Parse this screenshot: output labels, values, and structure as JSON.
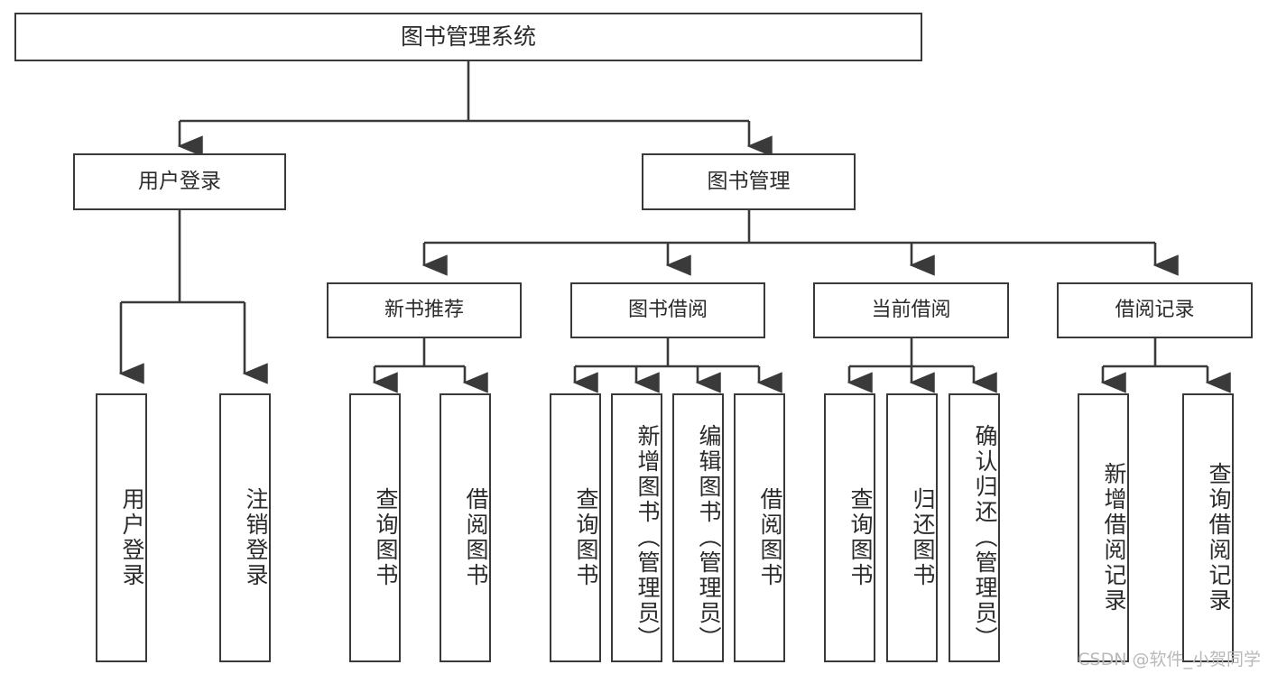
{
  "diagram": {
    "title": "图书管理系统",
    "type": "功能结构图",
    "root": {
      "label": "图书管理系统",
      "children": [
        {
          "label": "用户登录",
          "children": [
            {
              "label": "用户登录"
            },
            {
              "label": "注销登录"
            }
          ]
        },
        {
          "label": "图书管理",
          "children": [
            {
              "label": "新书推荐",
              "children": [
                {
                  "label": "查询图书"
                },
                {
                  "label": "借阅图书"
                }
              ]
            },
            {
              "label": "图书借阅",
              "children": [
                {
                  "label": "查询图书"
                },
                {
                  "label": "新增图书（管理员）"
                },
                {
                  "label": "编辑图书（管理员）"
                },
                {
                  "label": "借阅图书"
                }
              ]
            },
            {
              "label": "当前借阅",
              "children": [
                {
                  "label": "查询图书"
                },
                {
                  "label": "归还图书"
                },
                {
                  "label": "确认归还（管理员）"
                }
              ]
            },
            {
              "label": "借阅记录",
              "children": [
                {
                  "label": "新增借阅记录"
                },
                {
                  "label": "查询借阅记录"
                }
              ]
            }
          ]
        }
      ]
    }
  },
  "nodes": {
    "root": "图书管理系统",
    "user_login": "用户登录",
    "book_manage": "图书管理",
    "new_book_rec": "新书推荐",
    "book_borrow": "图书借阅",
    "current_borrow": "当前借阅",
    "borrow_record": "借阅记录",
    "leaf_user_login": "用户登录",
    "leaf_logout": "注销登录",
    "leaf_query_book_1": "查询图书",
    "leaf_borrow_book_1": "借阅图书",
    "leaf_query_book_2": "查询图书",
    "leaf_add_book_admin": "新增图书（管理员）",
    "leaf_edit_book_admin": "编辑图书（管理员）",
    "leaf_borrow_book_2": "借阅图书",
    "leaf_query_book_3": "查询图书",
    "leaf_return_book": "归还图书",
    "leaf_confirm_return_admin": "确认归还（管理员）",
    "leaf_add_record": "新增借阅记录",
    "leaf_query_record": "查询借阅记录"
  },
  "watermark": {
    "text": "CSDN @软件_小贺同学"
  },
  "colors": {
    "border": "#3a3a3a",
    "background": "#ffffff",
    "text": "#2b2b2b",
    "connector": "#3a3a3a",
    "watermark": "#b9b9b9"
  }
}
